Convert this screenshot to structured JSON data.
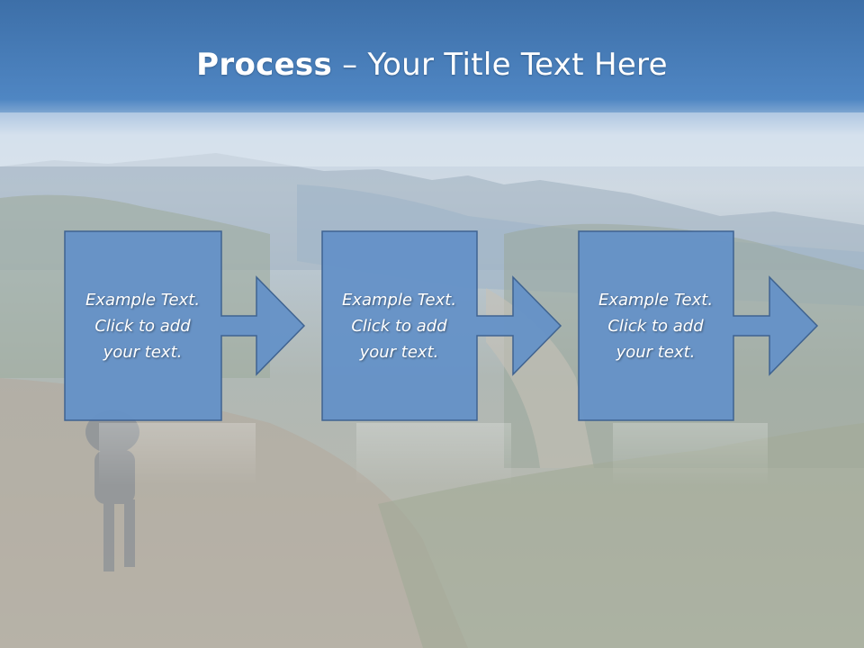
{
  "slide": {
    "title_bold": "Process",
    "title_rest": "– Your Title Text Here"
  },
  "steps": [
    {
      "text": "Example Text.\nClick  to add\nyour text."
    },
    {
      "text": "Example Text.\nClick  to add\nyour text."
    },
    {
      "text": "Example Text.\nClick  to add\nyour text."
    }
  ],
  "colors": {
    "box_fill": "#6592c8",
    "box_stroke": "#3a5f8f",
    "title_band": "#4a80bf"
  }
}
